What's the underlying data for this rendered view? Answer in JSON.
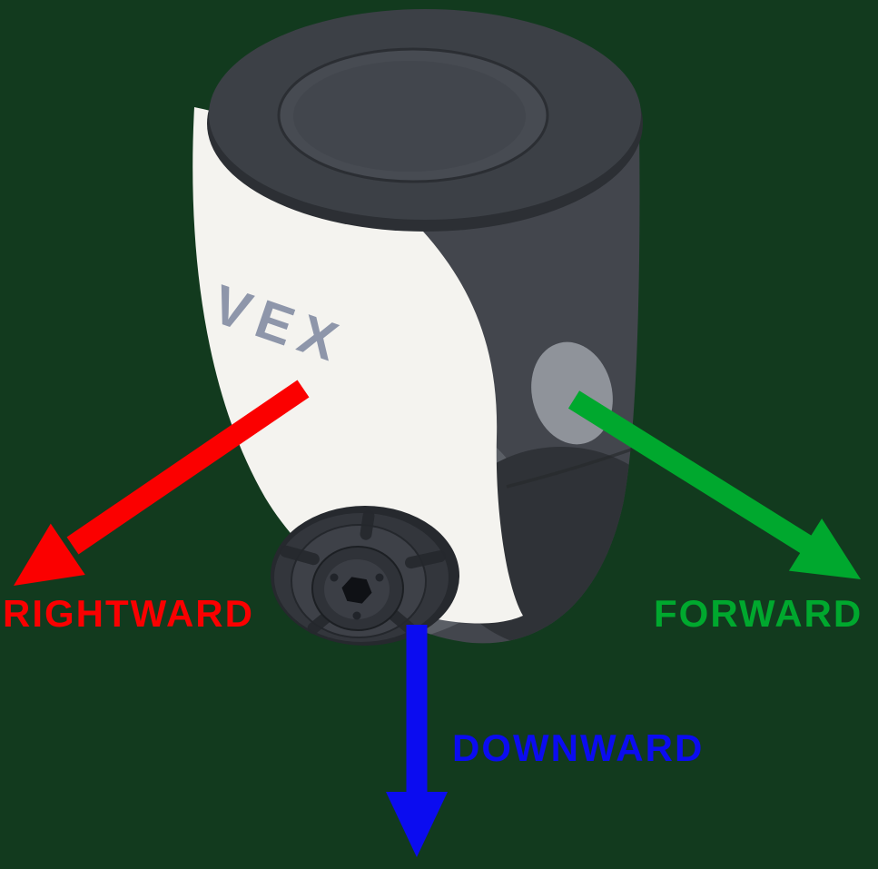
{
  "page": {
    "background_color": "#123a1e"
  },
  "device": {
    "logo_text": "VEX",
    "colors": {
      "body_white": "#f4f3ef",
      "body_dark": "#43464d",
      "hull_gray": "#5b5f66",
      "cap_face": "#3c4046",
      "cap_recess": "#474b52",
      "logo": "#8e96aa",
      "side_oval": "#8f939a"
    }
  },
  "annotations": {
    "rightward": {
      "label": "RIGHTWARD",
      "color": "#fb0000",
      "direction": "down-left"
    },
    "forward": {
      "label": "FORWARD",
      "color": "#00a82e",
      "direction": "down-right"
    },
    "downward": {
      "label": "DOWNWARD",
      "color": "#0b0cf0",
      "direction": "down"
    }
  }
}
